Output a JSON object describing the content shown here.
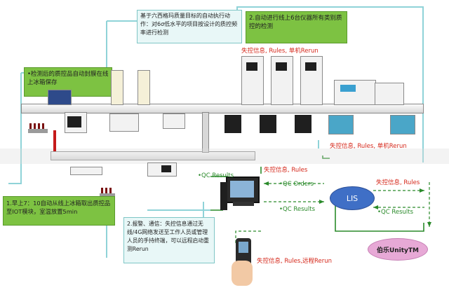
{
  "callouts": {
    "top_center": "基于六西格玛质量目标的自动执行动作：对6σ低水平的项目按设计的质控频率进行检测",
    "top_right_title": "2.自动进行线上6台仪器所有类别质控的检测",
    "left_mid": "•检测后的质控品自动封膜在线上冰箱保存",
    "bottom_left": "1.早上7：10自动从线上冰箱取出质控品至IOT模块，室温放置5min",
    "bottom_center": "2.报警、通信：失控信息通过无线/4G网络发送至工作人员或管理人员的手持终端，可以远程启动重测Rerun"
  },
  "labels": {
    "lost_control_rerun_1": "失控信息, Rules, 单机Rerun",
    "lost_control_rerun_2": "失控信息, Rules, 单机Rerun",
    "lost_control_rules_1": "失控信息, Rules",
    "lost_control_rules_2": "失控信息, Rules",
    "lost_control_remote": "失控信息, Rules,远程Rerun",
    "qc_results_1": "•QC Results",
    "qc_orders": "•QC Orders",
    "qc_results_2": "•QC Results",
    "qc_results_3": "•QC Results",
    "lis": "LIS",
    "unity": "伯乐UnityTM"
  },
  "colors": {
    "callout_green": "#7dc242",
    "connector_cyan": "#8fd3d8",
    "lis_blue": "#3f6fc6",
    "unity_pink": "#e7a9d6",
    "alert_red": "#d5271a",
    "flow_green": "#2a8a2a"
  }
}
